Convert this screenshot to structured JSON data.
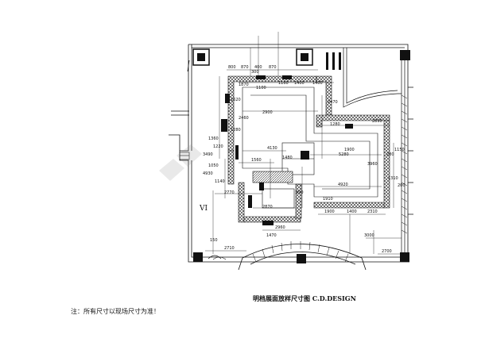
{
  "drawing": {
    "title": "明档展面放样尺寸图 C.D.DESIGN",
    "note": "注：所有尺寸以现场尺寸为准！",
    "edge_mark": "VI",
    "dims": [
      "800",
      "870",
      "400",
      "870",
      "1160",
      "1400",
      "1400",
      "2900",
      "2890",
      "2470",
      "1620",
      "1280",
      "1900",
      "4130",
      "5280",
      "1480",
      "1560",
      "3960",
      "4920",
      "1310",
      "2310",
      "1400",
      "1900",
      "1150",
      "2770",
      "2870",
      "2960",
      "1470",
      "2710",
      "150",
      "2700",
      "3490",
      "4930",
      "3000",
      "1280",
      "1360",
      "1050",
      "990",
      "300",
      "200",
      "280",
      "2460",
      "1910",
      "1220",
      "1140",
      "1870",
      "1100"
    ]
  }
}
